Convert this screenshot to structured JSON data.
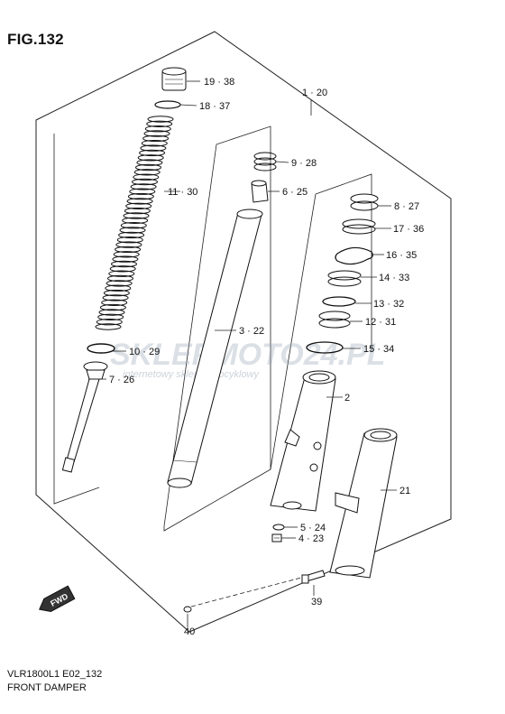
{
  "figure": {
    "title": "FIG.132",
    "code": "VLR1800L1 E02_132",
    "caption": "FRONT DAMPER"
  },
  "watermark": {
    "brand": "SKLEPMOTO24.PL",
    "tagline": "internetowy sklep motocyklowy"
  },
  "fwd_label": "FWD",
  "callouts": [
    {
      "id": "1-20",
      "text": "1 · 20"
    },
    {
      "id": "19-38",
      "text": "19 · 38"
    },
    {
      "id": "18-37",
      "text": "18 · 37"
    },
    {
      "id": "11-30",
      "text": "11 · 30"
    },
    {
      "id": "10-29",
      "text": "10 · 29"
    },
    {
      "id": "7-26",
      "text": "7 · 26"
    },
    {
      "id": "9-28",
      "text": "9 · 28"
    },
    {
      "id": "6-25",
      "text": "6 · 25"
    },
    {
      "id": "3-22",
      "text": "3 · 22"
    },
    {
      "id": "8-27",
      "text": "8 · 27"
    },
    {
      "id": "17-36",
      "text": "17 · 36"
    },
    {
      "id": "16-35",
      "text": "16 · 35"
    },
    {
      "id": "14-33",
      "text": "14 · 33"
    },
    {
      "id": "13-32",
      "text": "13 · 32"
    },
    {
      "id": "12-31",
      "text": "12 · 31"
    },
    {
      "id": "15-34",
      "text": "15 · 34"
    },
    {
      "id": "2",
      "text": "2"
    },
    {
      "id": "21",
      "text": "21"
    },
    {
      "id": "5-24",
      "text": "5 · 24"
    },
    {
      "id": "4-23",
      "text": "4 · 23"
    },
    {
      "id": "39",
      "text": "39"
    },
    {
      "id": "40",
      "text": "40"
    }
  ]
}
